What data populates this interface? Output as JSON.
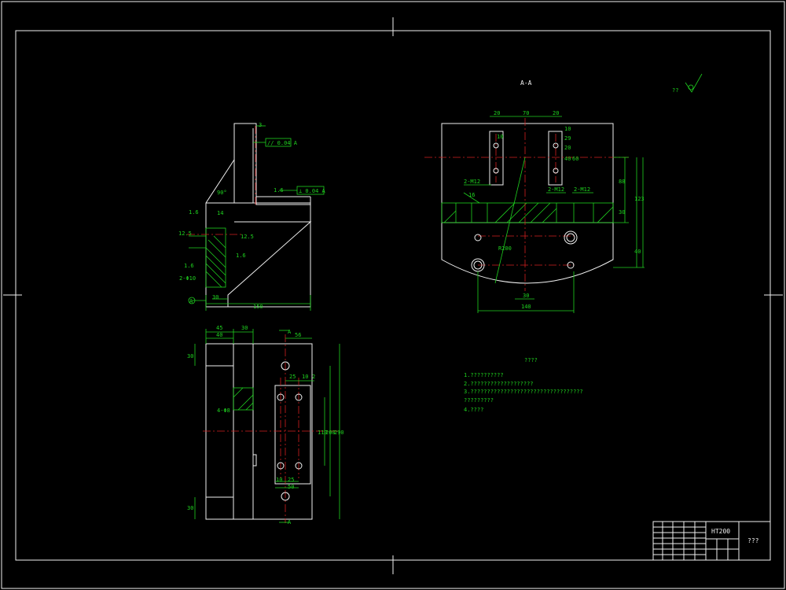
{
  "section_label": "A-A",
  "roughness_note": "?? ",
  "title_block": {
    "material": "HT200",
    "part_name": "???"
  },
  "tech_requirements": {
    "title": "????",
    "items": [
      "1.??????????",
      "2.???????????????????",
      "3.??????????????????????????????????",
      "?????????",
      "4.????"
    ]
  },
  "dims_side": {
    "top_3": "3",
    "tol1": "// 0.04 A",
    "tol2": "⊥ 0.04 A",
    "val_16_a": "1.6",
    "val_16_b": "1.6",
    "val_16_c": "1.6",
    "val_16_d": "1.6",
    "ang": "90°",
    "d14": "14",
    "d125": "12.5",
    "d125b": "12.5",
    "d30": "30",
    "d150": "150",
    "datum": "A",
    "hole": "2-Φ10"
  },
  "dims_plan": {
    "d45": "45",
    "d40": "40",
    "d30": "30",
    "d56": "56",
    "d30v": "30",
    "d30v2": "30",
    "d25": "25",
    "d10": "10",
    "d2": "2",
    "d110": "110",
    "d200": "200",
    "d290": "290",
    "d10b": "10",
    "d25b": "25",
    "d50": "50",
    "hole": "4-Φ8",
    "secA_top": "A",
    "secA_bot": "A"
  },
  "dims_section": {
    "d20": "20",
    "d70": "70",
    "d20b": "20",
    "d10": "10",
    "d29": "29",
    "d20c": "20",
    "d40": "40",
    "d60": "60",
    "d88": "88",
    "d123": "123",
    "d30": "30",
    "d40b": "40",
    "m12a": "2-M12",
    "m12b": "2-M12",
    "m12c": "2-M12",
    "d16": "16",
    "r200": "R200",
    "d30b": "30",
    "d140": "140"
  }
}
